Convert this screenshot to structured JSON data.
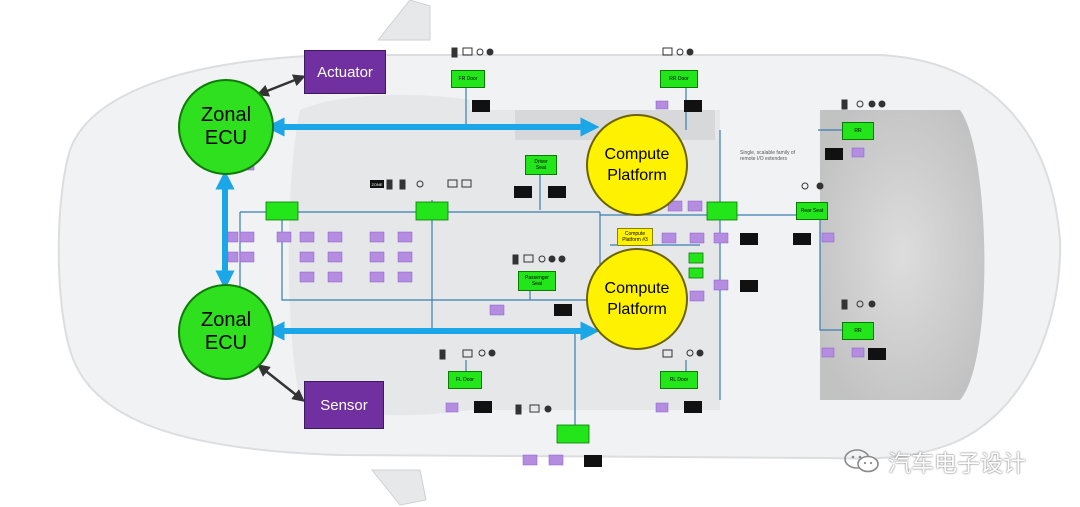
{
  "diagram": {
    "zonal_ecu_top": "Zonal\nECU",
    "zonal_ecu_bottom": "Zonal\nECU",
    "actuator": "Actuator",
    "sensor": "Sensor",
    "compute_top": "Compute\nPlatform",
    "compute_bottom": "Compute\nPlatform",
    "compute_platform_small": "Compute\nPlatform #3",
    "fr_door": "FR Door",
    "rr_door": "RR Door",
    "fl_door": "FL Door",
    "rl_door": "RL Door",
    "driver_seat": "Driver\nSeat",
    "passenger_seat": "Passenger\nSeat",
    "rear_seat": "Rear Seat",
    "rr_corner": "RR",
    "rl_corner": "RR",
    "front_zone_tag": "ZONE",
    "annotation": "Single, scalable family of\nremote I/O extenders",
    "colors": {
      "zonal": "#2ee01e",
      "compute": "#fff200",
      "actuator_sensor": "#7030a0",
      "link": "#1ba6e8",
      "bus": "#3a7fb0"
    }
  },
  "watermark": {
    "text": "汽车电子设计",
    "icon": "wechat-icon"
  }
}
